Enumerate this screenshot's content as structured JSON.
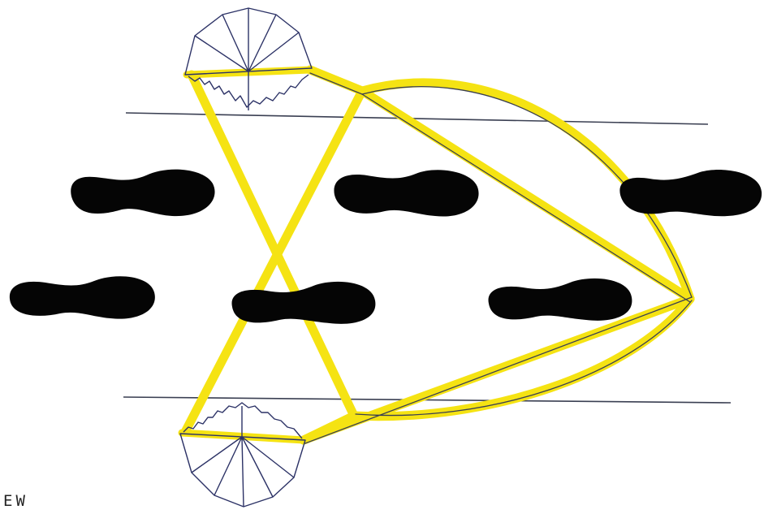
{
  "signature": "EW",
  "colors": {
    "paper": "#ffffff",
    "highlight": "#f5e313",
    "ink": "#3a3f52",
    "footprint": "#050505",
    "parasol": "#2c3266"
  },
  "elements": {
    "footprints": 6,
    "parasols": 2,
    "ground_lines": 2
  }
}
